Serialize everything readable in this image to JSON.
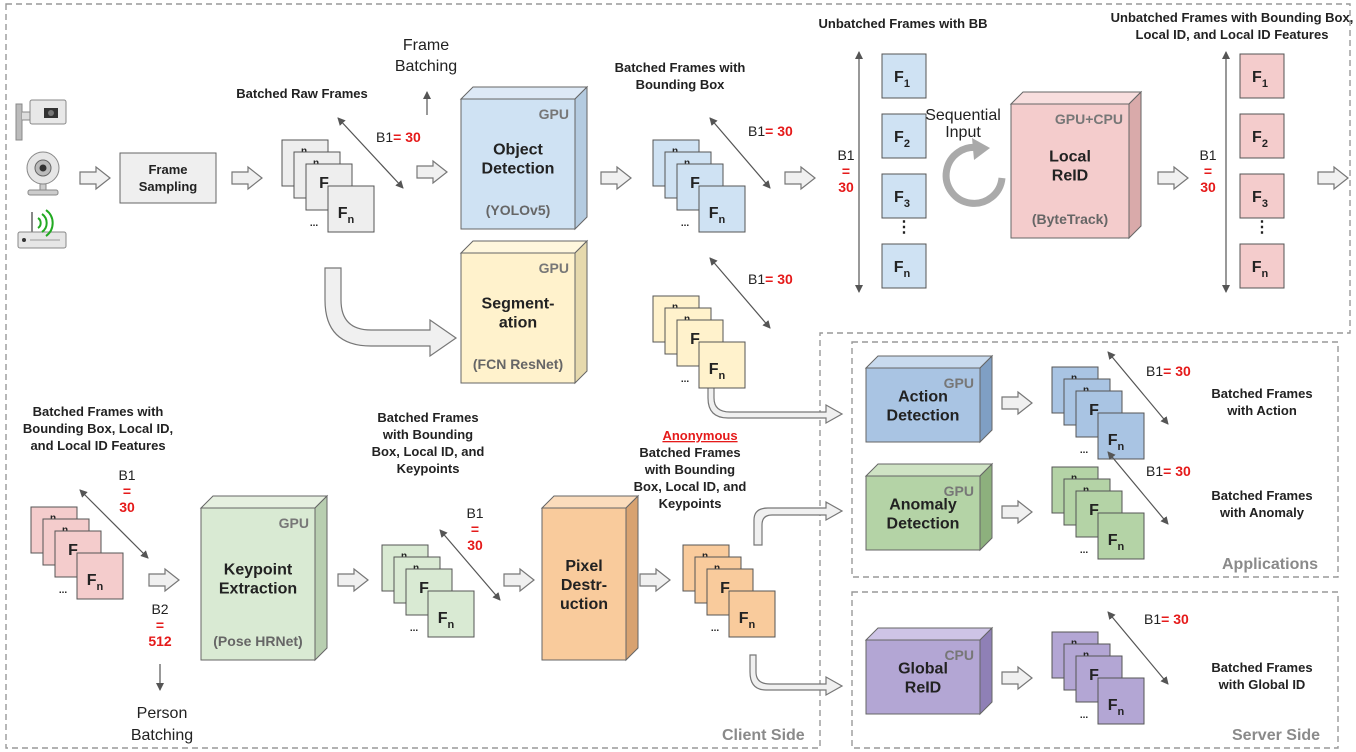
{
  "colors": {
    "grey_frame": "#eeeeee",
    "blue": "#cfe2f3",
    "yellow": "#fff2cc",
    "red": "#f4cccc",
    "green": "#d9ead3",
    "orange": "#f9cb9c",
    "purple": "#d9d2e9",
    "accent_red": "#e51a1a"
  },
  "labels": {
    "frame_batching": [
      "Frame",
      "Batching"
    ],
    "batched_raw_frames": "Batched Raw Frames",
    "batched_frames_bb": [
      "Batched Frames with",
      "Bounding Box"
    ],
    "unbatched_bb": "Unbatched Frames with BB",
    "unbatched_full": [
      "Unbatched Frames with Bounding Box,",
      "Local ID, and Local ID Features"
    ],
    "sequential_input": [
      "Sequential",
      "Input"
    ],
    "batched_bb_local": [
      "Batched Frames with",
      "Bounding Box, Local ID,",
      "and Local ID Features"
    ],
    "batched_keypoints": [
      "Batched Frames",
      "with Bounding",
      "Box, Local ID, and",
      "Keypoints"
    ],
    "anonymous": "Anonymous",
    "anon_rest": [
      "Batched Frames",
      "with Bounding",
      "Box, Local ID, and",
      "Keypoints"
    ],
    "with_action": [
      "Batched Frames",
      "with Action"
    ],
    "with_anomaly": [
      "Batched Frames",
      "with Anomaly"
    ],
    "with_global": [
      "Batched Frames",
      "with Global ID"
    ],
    "person_batching": [
      "Person",
      "Batching"
    ]
  },
  "batch": {
    "b1_name": "B1",
    "b1_eq": "= 30",
    "b1_eq_short": "=",
    "b1_value": "30",
    "b2_name": "B2",
    "b2_eq": "=",
    "b2_value": "512"
  },
  "modules": {
    "frame_sampling": [
      "Frame",
      "Sampling"
    ],
    "object_detection": {
      "hw": "GPU",
      "name": [
        "Object",
        "Detection"
      ],
      "algo": "(YOLOv5)"
    },
    "segmentation": {
      "hw": "GPU",
      "name": [
        "Segment-",
        "ation"
      ],
      "algo": "(FCN ResNet)"
    },
    "local_reid": {
      "hw": "GPU+CPU",
      "name": [
        "Local",
        "ReID"
      ],
      "algo": "(ByteTrack)"
    },
    "keypoint": {
      "hw": "GPU",
      "name": [
        "Keypoint",
        "Extraction"
      ],
      "algo": "(Pose HRNet)"
    },
    "pixel": {
      "name": [
        "Pixel",
        "Destr-",
        "uction"
      ]
    },
    "action": {
      "hw": "GPU",
      "name": [
        "Action",
        "Detection"
      ]
    },
    "anomaly": {
      "hw": "GPU",
      "name": [
        "Anomaly",
        "Detection"
      ]
    },
    "global_reid": {
      "hw": "CPU",
      "name": [
        "Global",
        "ReID"
      ]
    }
  },
  "frames": {
    "letter": "F",
    "partial": "n",
    "dots": "...",
    "vdots": "⋮",
    "col_subs": [
      "1",
      "2",
      "3",
      "n"
    ]
  },
  "regions": {
    "client": "Client Side",
    "applications": "Applications",
    "server": "Server Side"
  },
  "icons": [
    "security-camera-icon",
    "webcam-icon",
    "wifi-router-icon"
  ]
}
